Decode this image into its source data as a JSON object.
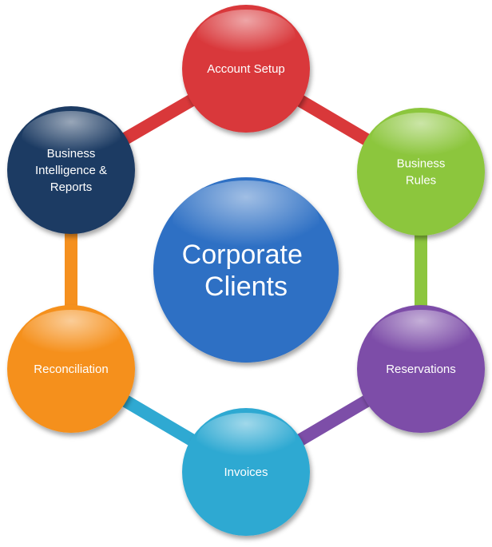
{
  "center": {
    "lines": [
      "Corporate",
      "Clients"
    ]
  },
  "nodes": [
    {
      "id": "account-setup",
      "lines": [
        "Account Setup"
      ],
      "color": "#D9383A",
      "ring_color": "#D9383A"
    },
    {
      "id": "business-rules",
      "lines": [
        "Business",
        "Rules"
      ],
      "color": "#8CC63E",
      "ring_color": "#8CC63E"
    },
    {
      "id": "reservations",
      "lines": [
        "Reservations"
      ],
      "color": "#7D4EA8",
      "ring_color": "#7D4EA8"
    },
    {
      "id": "invoices",
      "lines": [
        "Invoices"
      ],
      "color": "#2FA9D2",
      "ring_color": "#2FA9D2"
    },
    {
      "id": "reconciliation",
      "lines": [
        "Reconciliation"
      ],
      "color": "#F5901E",
      "ring_color": "#F5901E"
    },
    {
      "id": "business-intelligence-reports",
      "lines": [
        "Business",
        "Intelligence &",
        "Reports"
      ],
      "color": "#1F3A63",
      "ring_color": "#D9383A"
    }
  ],
  "center_color": "#2E6FC4"
}
